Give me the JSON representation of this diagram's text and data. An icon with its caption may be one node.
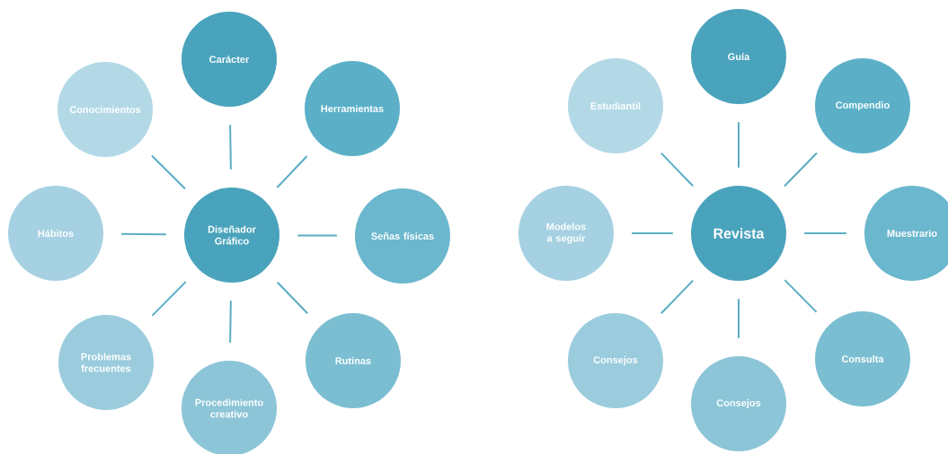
{
  "diagram": {
    "nodes": [
      {
        "text": [
          "Diseñador Gráfico"
        ]
      },
      {
        "text": [
          "Carácter"
        ]
      },
      {
        "text": [
          "Herramientas"
        ]
      },
      {
        "text": [
          "Señas físicas"
        ]
      },
      {
        "text": [
          "Rutinas"
        ]
      },
      {
        "text": [
          "Procedimiento creativo"
        ]
      },
      {
        "text": [
          "Problemas frecuentes"
        ]
      },
      {
        "text": [
          "Hábitos"
        ]
      },
      {
        "text": [
          "Conocimientos"
        ]
      },
      {
        "text": [
          "Revista"
        ]
      },
      {
        "text": [
          "Guía"
        ]
      },
      {
        "text": [
          "Compendio"
        ]
      },
      {
        "text": [
          "Muestrario"
        ]
      },
      {
        "text": [
          "Consulta"
        ]
      },
      {
        "text": [
          "Consejos"
        ]
      },
      {
        "text": [
          "Consejos"
        ]
      },
      {
        "text": [
          "Modelos a seguir"
        ]
      },
      {
        "text": [
          "Estudiantil"
        ]
      }
    ],
    "edges": [
      {
        "from": 0,
        "to": 1,
        "arrow": "none"
      },
      {
        "from": 0,
        "to": 2,
        "arrow": "none"
      },
      {
        "from": 0,
        "to": 3,
        "arrow": "none"
      },
      {
        "from": 0,
        "to": 4,
        "arrow": "none"
      },
      {
        "from": 0,
        "to": 5,
        "arrow": "none"
      },
      {
        "from": 0,
        "to": 6,
        "arrow": "none"
      },
      {
        "from": 0,
        "to": 7,
        "arrow": "none"
      },
      {
        "from": 0,
        "to": 8,
        "arrow": "none"
      },
      {
        "from": 9,
        "to": 10,
        "arrow": "none"
      },
      {
        "from": 9,
        "to": 11,
        "arrow": "none"
      },
      {
        "from": 9,
        "to": 12,
        "arrow": "none"
      },
      {
        "from": 9,
        "to": 13,
        "arrow": "none"
      },
      {
        "from": 9,
        "to": 14,
        "arrow": "none"
      },
      {
        "from": 9,
        "to": 15,
        "arrow": "none"
      },
      {
        "from": 9,
        "to": 16,
        "arrow": "none"
      },
      {
        "from": 9,
        "to": 17,
        "arrow": "none"
      }
    ]
  }
}
